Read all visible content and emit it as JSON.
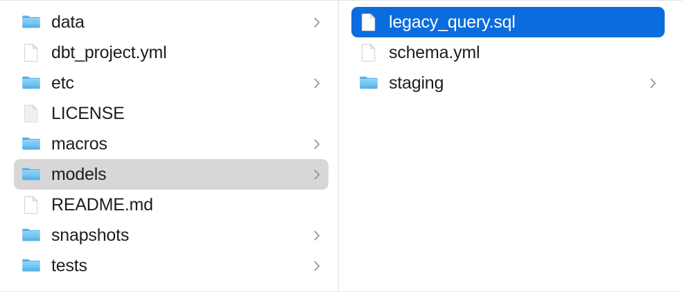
{
  "window": {
    "view_mode": "column",
    "accent_color": "#0b6cdd",
    "inactive_selection_color": "#d7d7d7",
    "divider_color": "#e0e0e0",
    "label_color": "#1d1d1f",
    "selected_label_color": "#ffffff",
    "folder_icon_color": "#5cb3ef",
    "document_icon_color": "#ffffff",
    "chevron_color": "#8a8a8e"
  },
  "columns": [
    {
      "name": "parent-column",
      "items": [
        {
          "label": "data",
          "kind": "folder",
          "icon": "folder-icon",
          "chevron": "chevron-right-icon",
          "has_chevron": true,
          "selected": false,
          "selection_state": "none"
        },
        {
          "label": "dbt_project.yml",
          "kind": "file",
          "icon": "document-icon",
          "chevron": "",
          "has_chevron": false,
          "selected": false,
          "selection_state": "none"
        },
        {
          "label": "etc",
          "kind": "folder",
          "icon": "folder-icon",
          "chevron": "chevron-right-icon",
          "has_chevron": true,
          "selected": false,
          "selection_state": "none"
        },
        {
          "label": "LICENSE",
          "kind": "file-plain",
          "icon": "document-plain-icon",
          "chevron": "",
          "has_chevron": false,
          "selected": false,
          "selection_state": "none"
        },
        {
          "label": "macros",
          "kind": "folder",
          "icon": "folder-icon",
          "chevron": "chevron-right-icon",
          "has_chevron": true,
          "selected": false,
          "selection_state": "none"
        },
        {
          "label": "models",
          "kind": "folder",
          "icon": "folder-icon",
          "chevron": "chevron-right-icon",
          "has_chevron": true,
          "selected": true,
          "selection_state": "inactive"
        },
        {
          "label": "README.md",
          "kind": "file",
          "icon": "document-icon",
          "chevron": "",
          "has_chevron": false,
          "selected": false,
          "selection_state": "none"
        },
        {
          "label": "snapshots",
          "kind": "folder",
          "icon": "folder-icon",
          "chevron": "chevron-right-icon",
          "has_chevron": true,
          "selected": false,
          "selection_state": "none"
        },
        {
          "label": "tests",
          "kind": "folder",
          "icon": "folder-icon",
          "chevron": "chevron-right-icon",
          "has_chevron": true,
          "selected": false,
          "selection_state": "none"
        }
      ]
    },
    {
      "name": "child-column",
      "items": [
        {
          "label": "legacy_query.sql",
          "kind": "file",
          "icon": "document-icon",
          "chevron": "",
          "has_chevron": false,
          "selected": true,
          "selection_state": "active"
        },
        {
          "label": "schema.yml",
          "kind": "file",
          "icon": "document-icon",
          "chevron": "",
          "has_chevron": false,
          "selected": false,
          "selection_state": "none"
        },
        {
          "label": "staging",
          "kind": "folder",
          "icon": "folder-icon",
          "chevron": "chevron-right-icon",
          "has_chevron": true,
          "selected": false,
          "selection_state": "none"
        }
      ]
    }
  ]
}
